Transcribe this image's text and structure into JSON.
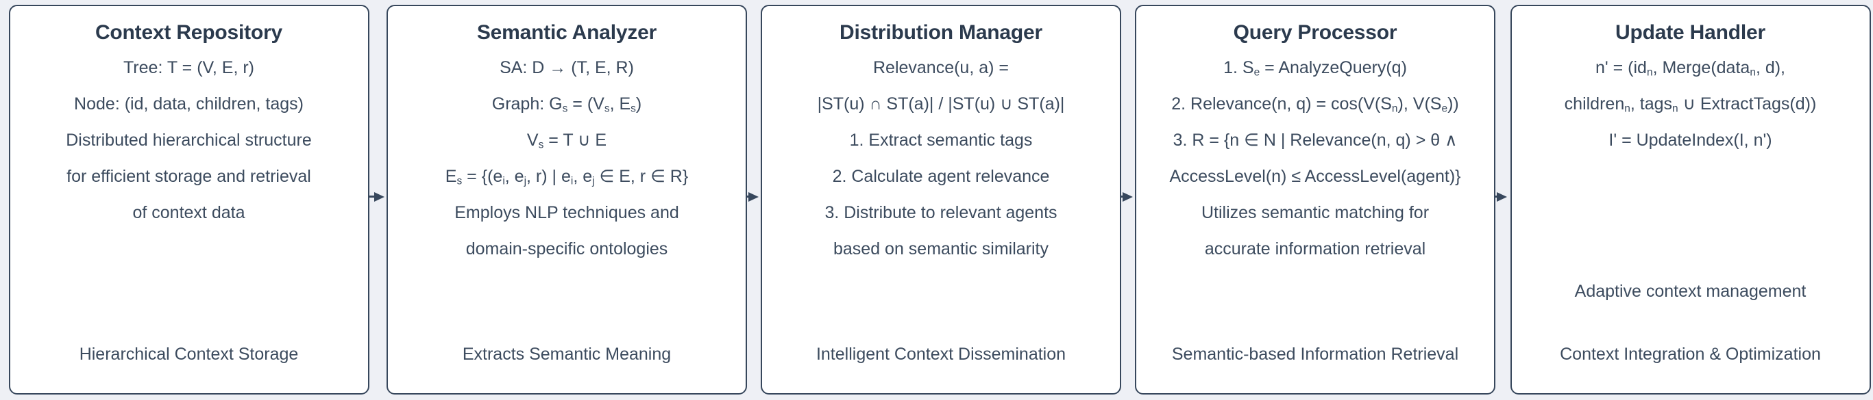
{
  "theme": {
    "background": "#eef0f5",
    "box_fill": "#ffffff",
    "box_border": "#37475c",
    "title_color": "#2b3a4d",
    "text_color": "#3c4b5e"
  },
  "diagram": {
    "type": "flowchart",
    "direction": "left-to-right",
    "stage_count": 5,
    "connector_count": 4,
    "stages": [
      {
        "title": "Context Repository",
        "lines": [
          "Tree: T = (V, E, r)",
          "Node: (id, data, children, tags)",
          "Distributed hierarchical structure",
          "for efficient storage and retrieval",
          "of context data"
        ],
        "subcaption": "",
        "caption": "Hierarchical Context Storage"
      },
      {
        "title": "Semantic Analyzer",
        "lines": [
          "SA: D → (T, E, R)",
          "Graph: G<sub>s</sub> = (V<sub>s</sub>, E<sub>s</sub>)",
          "V<sub>s</sub> = T ∪ E",
          "E<sub>s</sub> = {(e<sub>i</sub>, e<sub>j</sub>, r) | e<sub>i</sub>, e<sub>j</sub> ∈ E, r ∈ R}",
          "Employs NLP techniques and",
          "domain-specific ontologies"
        ],
        "subcaption": "",
        "caption": "Extracts Semantic Meaning"
      },
      {
        "title": "Distribution Manager",
        "lines": [
          "Relevance(u, a) =",
          "|ST(u) ∩ ST(a)| / |ST(u) ∪ ST(a)|",
          "1. Extract semantic tags",
          "2. Calculate agent relevance",
          "3. Distribute to relevant agents",
          "based on semantic similarity"
        ],
        "subcaption": "",
        "caption": "Intelligent Context Dissemination"
      },
      {
        "title": "Query Processor",
        "lines": [
          "1. S<sub>e</sub> = AnalyzeQuery(q)",
          "2. Relevance(n, q) = cos(V(S<sub>n</sub>), V(S<sub>e</sub>))",
          "3. R = {n ∈ N | Relevance(n, q) > θ ∧",
          "AccessLevel(n) ≤ AccessLevel(agent)}",
          "Utilizes semantic matching for",
          "accurate information retrieval"
        ],
        "subcaption": "",
        "caption": "Semantic-based Information Retrieval"
      },
      {
        "title": "Update Handler",
        "lines": [
          "n' = (id<sub>n</sub>, Merge(data<sub>n</sub>, d),",
          "children<sub>n</sub>, tags<sub>n</sub> ∪ ExtractTags(d))",
          "I' = UpdateIndex(I, n')"
        ],
        "subcaption": "Adaptive context management",
        "caption": "Context Integration & Optimization"
      }
    ],
    "connectors": [
      {
        "from": "Context Repository",
        "to": "Semantic Analyzer",
        "arrow": "right-arrow"
      },
      {
        "from": "Semantic Analyzer",
        "to": "Distribution Manager",
        "arrow": "right-arrow"
      },
      {
        "from": "Distribution Manager",
        "to": "Query Processor",
        "arrow": "right-arrow"
      },
      {
        "from": "Query Processor",
        "to": "Update Handler",
        "arrow": "right-arrow"
      }
    ]
  }
}
